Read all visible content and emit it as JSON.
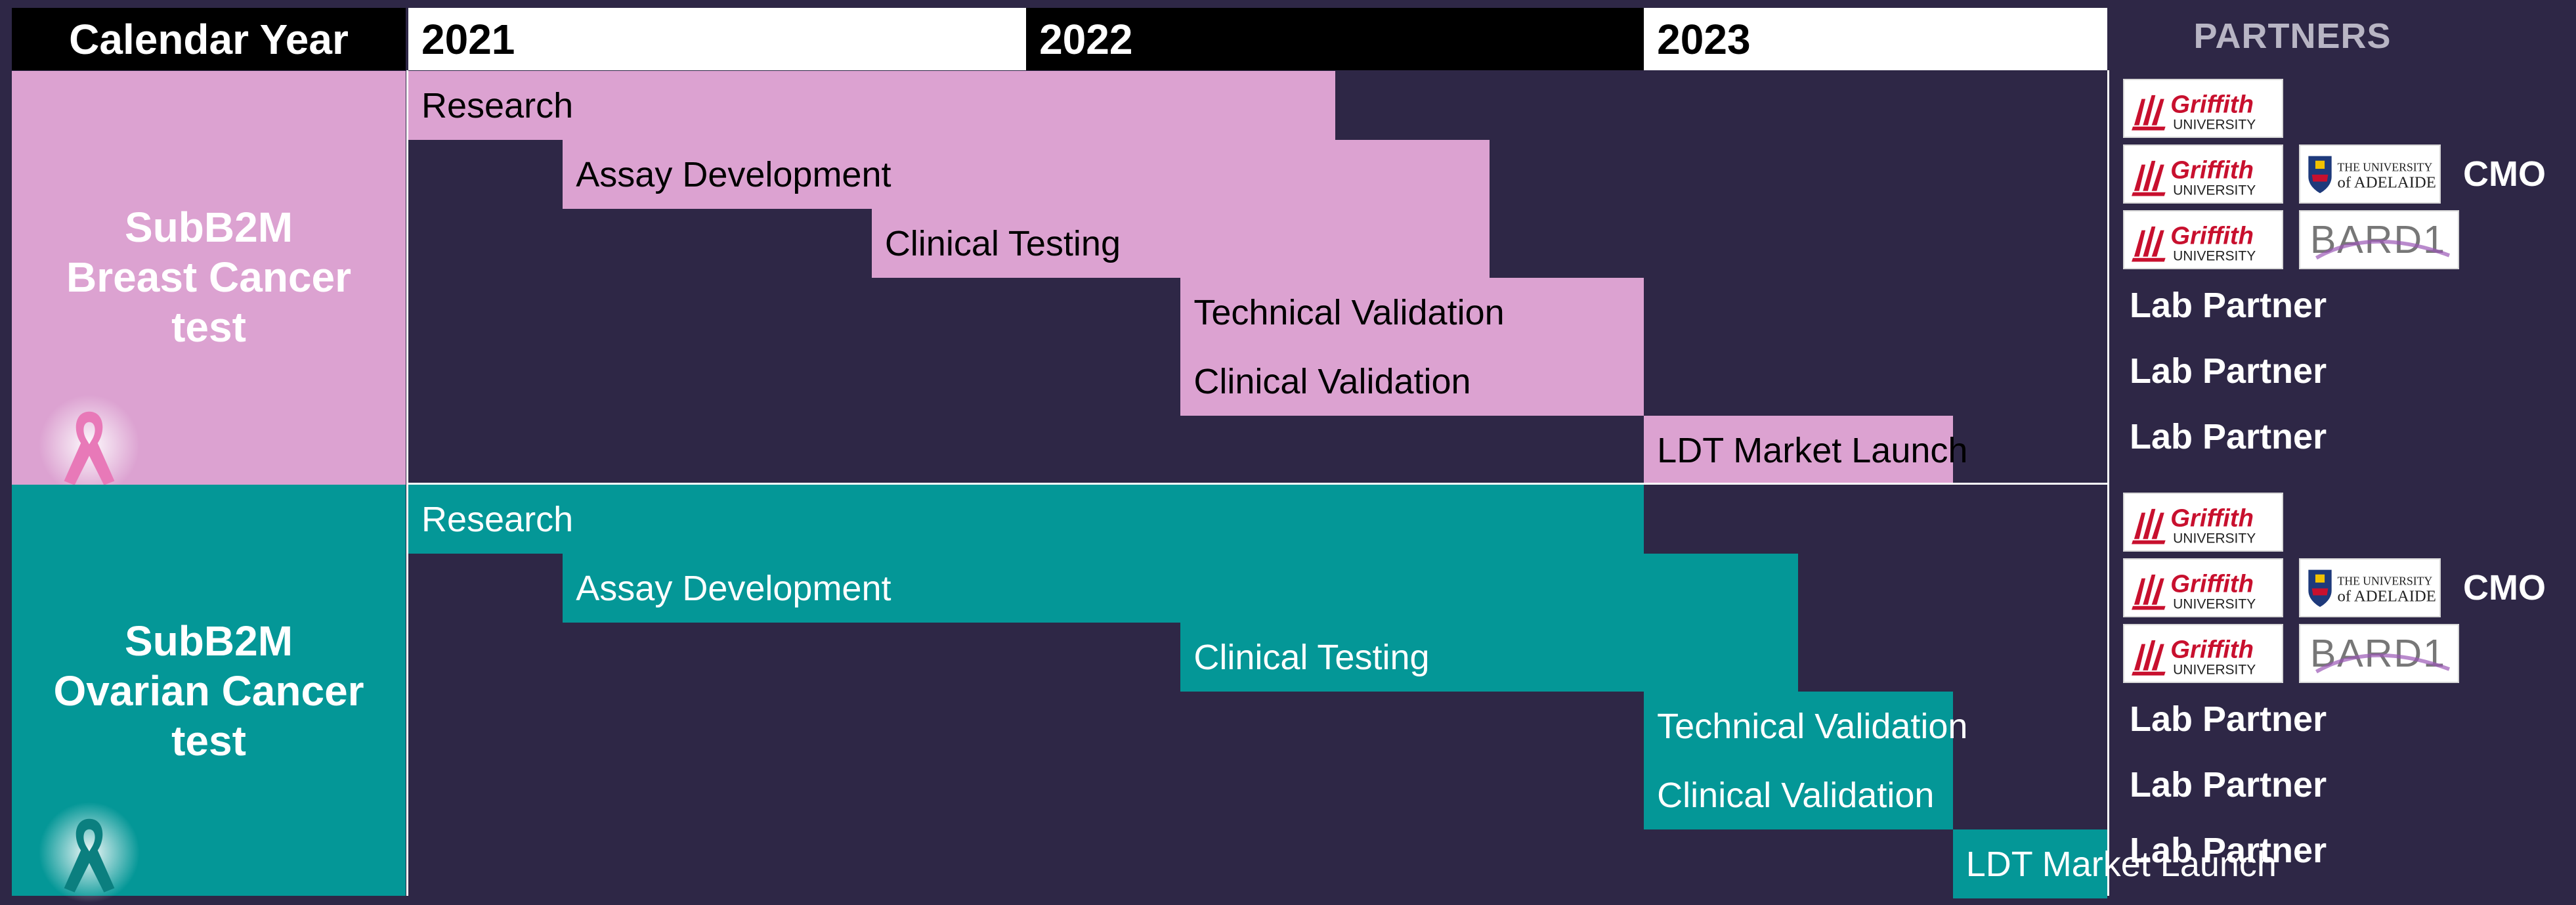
{
  "header": {
    "row_label": "Calendar Year",
    "partners_title": "PARTNERS"
  },
  "colors": {
    "background": "#2e2746",
    "breast": "#dca2d1",
    "ovarian": "#049797",
    "header_black": "#000000"
  },
  "chart_data": {
    "type": "gantt",
    "timeline": {
      "years": [
        "2021",
        "2022",
        "2023"
      ],
      "start": 2021.0,
      "end": 2023.75
    },
    "products": [
      {
        "id": "breast",
        "title_lines": [
          "SubB2M",
          "Breast Cancer",
          "test"
        ],
        "icon": "pink-ribbon-icon",
        "tasks": [
          {
            "name": "Research",
            "start": 2021.0,
            "end": 2022.5
          },
          {
            "name": "Assay Development",
            "start": 2021.25,
            "end": 2022.75
          },
          {
            "name": "Clinical Testing",
            "start": 2021.75,
            "end": 2022.75
          },
          {
            "name": "Technical Validation",
            "start": 2022.25,
            "end": 2023.0
          },
          {
            "name": "Clinical Validation",
            "start": 2022.25,
            "end": 2023.0
          },
          {
            "name": "LDT Market Launch",
            "start": 2023.0,
            "end": 2023.5
          }
        ],
        "partners": [
          {
            "logos": [
              "griffith"
            ],
            "label": ""
          },
          {
            "logos": [
              "griffith",
              "adelaide"
            ],
            "label": "CMO"
          },
          {
            "logos": [
              "griffith",
              "bard1"
            ],
            "label": ""
          },
          {
            "logos": [],
            "label": "Lab Partner"
          },
          {
            "logos": [],
            "label": "Lab Partner"
          },
          {
            "logos": [],
            "label": "Lab Partner"
          }
        ]
      },
      {
        "id": "ovarian",
        "title_lines": [
          "SubB2M",
          "Ovarian Cancer",
          "test"
        ],
        "icon": "teal-ribbon-icon",
        "tasks": [
          {
            "name": "Research",
            "start": 2021.0,
            "end": 2023.0
          },
          {
            "name": "Assay Development",
            "start": 2021.25,
            "end": 2023.25
          },
          {
            "name": "Clinical Testing",
            "start": 2022.25,
            "end": 2023.25
          },
          {
            "name": "Technical Validation",
            "start": 2023.0,
            "end": 2023.5
          },
          {
            "name": "Clinical Validation",
            "start": 2023.0,
            "end": 2023.5
          },
          {
            "name": "LDT Market Launch",
            "start": 2023.5,
            "end": 2023.75
          }
        ],
        "partners": [
          {
            "logos": [
              "griffith"
            ],
            "label": ""
          },
          {
            "logos": [
              "griffith",
              "adelaide"
            ],
            "label": "CMO"
          },
          {
            "logos": [
              "griffith",
              "bard1"
            ],
            "label": ""
          },
          {
            "logos": [],
            "label": "Lab Partner"
          },
          {
            "logos": [],
            "label": "Lab Partner"
          },
          {
            "logos": [],
            "label": "Lab Partner"
          }
        ]
      }
    ]
  },
  "logos": {
    "griffith": {
      "name": "Griffith",
      "sub": "UNIVERSITY",
      "icon": "griffith-university-logo"
    },
    "adelaide": {
      "line1": "THE UNIVERSITY",
      "line2": "of ADELAIDE",
      "icon": "university-of-adelaide-logo"
    },
    "bard1": {
      "text": "BARD1",
      "icon": "bard1-logo"
    }
  }
}
